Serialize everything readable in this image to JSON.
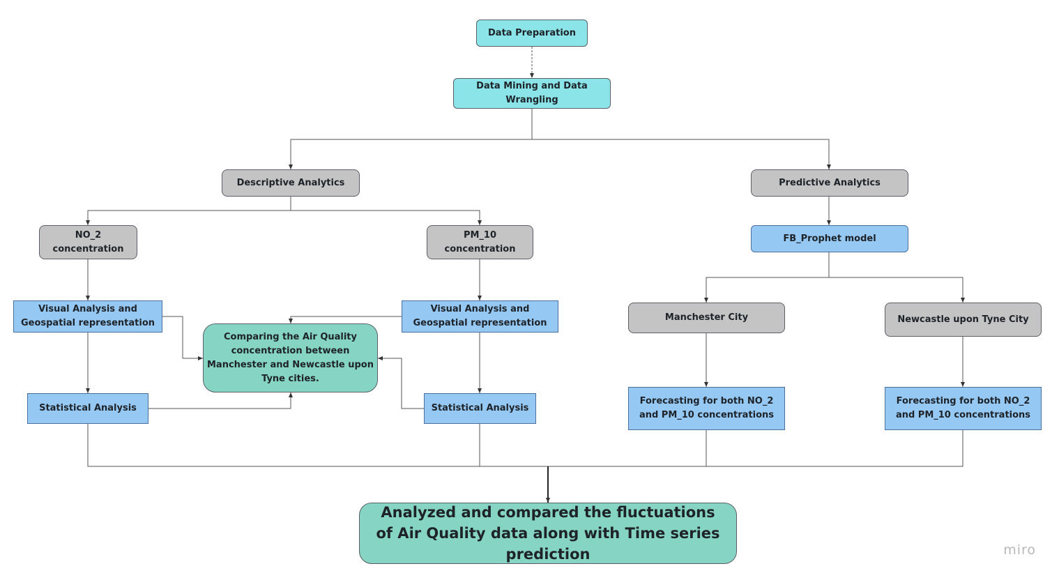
{
  "nodes": {
    "data_preparation": "Data Preparation",
    "data_mining": "Data Mining and Data Wrangling",
    "descriptive": "Descriptive Analytics",
    "predictive": "Predictive Analytics",
    "no2": "NO_2 concentration",
    "pm10": "PM_10 concentration",
    "fb_prophet": "FB_Prophet model",
    "visual_left": "Visual Analysis and Geospatial representation",
    "visual_right": "Visual Analysis and Geospatial representation",
    "comparing": "Comparing the Air Quality concentration between Manchester and Newcastle upon Tyne cities.",
    "stat_left": "Statistical Analysis",
    "stat_right": "Statistical Analysis",
    "manchester": "Manchester City",
    "newcastle": "Newcastle upon Tyne City",
    "forecast_manchester": "Forecasting for both NO_2 and PM_10 concentrations",
    "forecast_newcastle": "Forecasting for both NO_2 and PM_10 concentrations",
    "result": "Analyzed and compared the fluctuations of Air Quality data along with Time series prediction"
  },
  "watermark": "miro",
  "colors": {
    "cyan": "#8ae4e8",
    "gray": "#c4c4c4",
    "blue": "#95c9f4",
    "green": "#85d4c4",
    "line": "#555555"
  }
}
